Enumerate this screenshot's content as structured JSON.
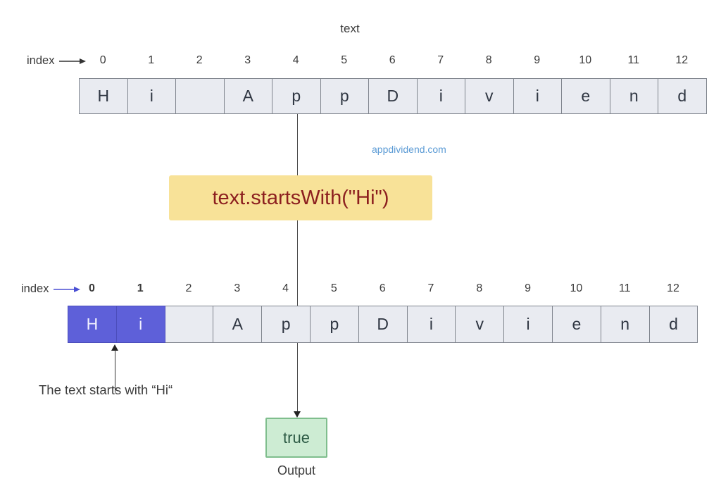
{
  "top": {
    "title": "text",
    "index_label": "index",
    "indices": [
      "0",
      "1",
      "2",
      "3",
      "4",
      "5",
      "6",
      "7",
      "8",
      "9",
      "10",
      "11",
      "12"
    ],
    "cells": [
      "H",
      "i",
      "",
      "A",
      "p",
      "p",
      "D",
      "i",
      "v",
      "i",
      "e",
      "n",
      "d"
    ]
  },
  "code": {
    "text": "text.startsWith(\"Hi\")"
  },
  "watermark": "appdividend.com",
  "bottom": {
    "index_label": "index",
    "indices": [
      "0",
      "1",
      "2",
      "3",
      "4",
      "5",
      "6",
      "7",
      "8",
      "9",
      "10",
      "11",
      "12"
    ],
    "cells": [
      "H",
      "i",
      "",
      "A",
      "p",
      "p",
      "D",
      "i",
      "v",
      "i",
      "e",
      "n",
      "d"
    ],
    "highlighted_cells": 2,
    "annotation": "The text starts with “Hi“"
  },
  "output": {
    "value": "true",
    "label": "Output"
  },
  "colors": {
    "cell_fill": "#e9ebf1",
    "cell_border": "#7f848d",
    "cell_text": "#2f3642",
    "highlight_fill": "#5e60d9",
    "highlight_border": "#4b4dbb",
    "highlight_text": "#f2f2ff",
    "code_fill": "#f8e298",
    "code_text": "#8c1f1f",
    "result_fill": "#cdecd3",
    "result_border": "#7fbe8d",
    "result_text": "#2d5b45",
    "watermark": "#5b9bd5",
    "label_text": "#3a3a3a",
    "annotation_text": "#3c3c3c",
    "arrow_top": "#333333",
    "arrow_bottom": "#4a4fd4",
    "line": "#4a4a4a"
  }
}
